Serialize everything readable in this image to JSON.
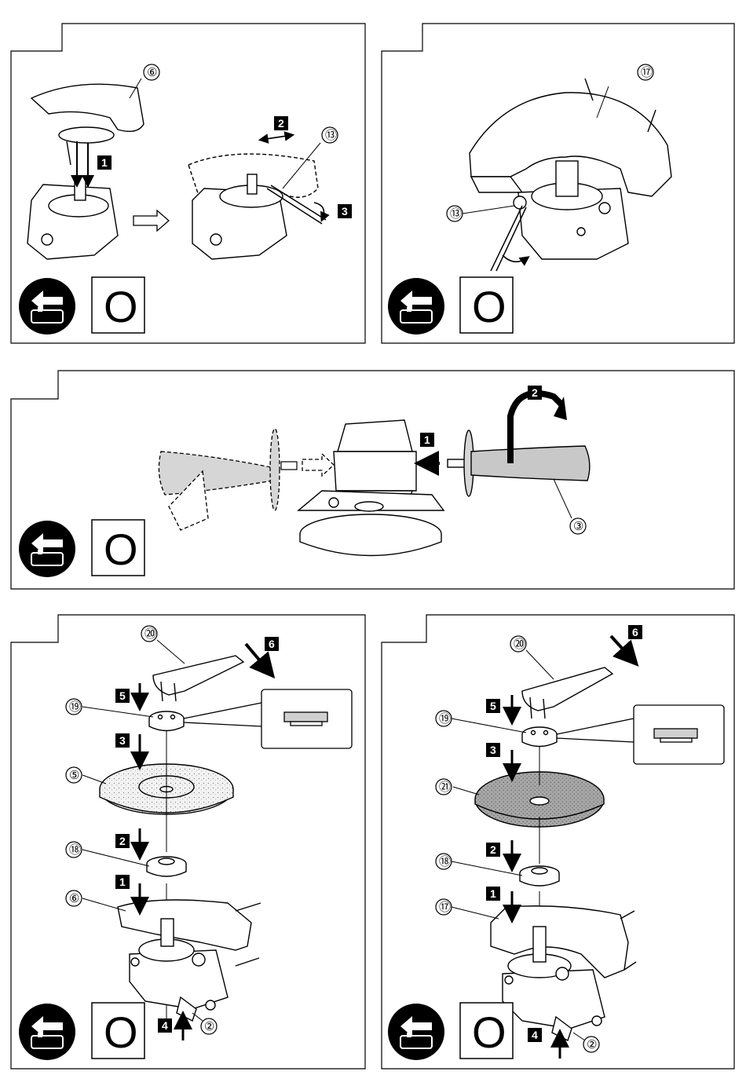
{
  "panels": [
    {
      "id": "panel-1",
      "callouts": [
        "⑥",
        "⑬"
      ],
      "steps": [
        "1",
        "2",
        "3"
      ],
      "mode_letter": "O",
      "icon": "unplug-tool-icon"
    },
    {
      "id": "panel-2",
      "callouts": [
        "⑰",
        "⑬"
      ],
      "steps": [],
      "mode_letter": "O",
      "icon": "unplug-tool-icon"
    },
    {
      "id": "panel-3",
      "callouts": [
        "③"
      ],
      "steps": [
        "1",
        "2"
      ],
      "mode_letter": "O",
      "icon": "unplug-tool-icon"
    },
    {
      "id": "panel-4",
      "callouts": [
        "⑳",
        "⑲",
        "⑤",
        "⑱",
        "⑥",
        "②"
      ],
      "steps": [
        "6",
        "5",
        "3",
        "2",
        "1",
        "4"
      ],
      "mode_letter": "O",
      "icon": "unplug-tool-icon"
    },
    {
      "id": "panel-5",
      "callouts": [
        "⑳",
        "⑲",
        "㉑",
        "⑱",
        "⑰",
        "②"
      ],
      "steps": [
        "6",
        "5",
        "3",
        "2",
        "1",
        "4"
      ],
      "mode_letter": "O",
      "icon": "unplug-tool-icon"
    }
  ],
  "colors": {
    "line": "#000000",
    "fill_gray": "#cfcfcf",
    "wheel_dark": "#9a9a9a",
    "background": "#ffffff"
  }
}
